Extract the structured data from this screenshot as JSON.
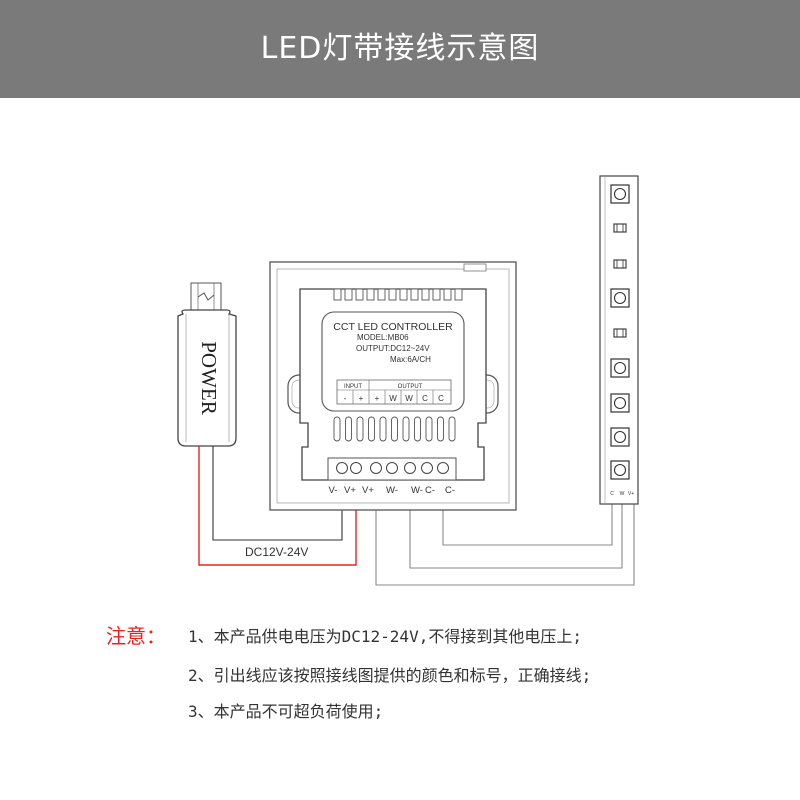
{
  "header": {
    "title": "LED灯带接线示意图"
  },
  "power_supply": {
    "label": "POWER"
  },
  "controller": {
    "title": "CCT LED CONTROLLER",
    "model": "MODEL:MB06",
    "output": "OUTPUT:DC12~24V",
    "max": "Max:6A/CH",
    "terminal_groups": {
      "input": "INPUT",
      "output": "OUTPUT"
    },
    "terminal_symbols": [
      "-",
      "+",
      "+",
      "W",
      "W",
      "C",
      "C"
    ],
    "pin_labels": [
      "V-",
      "V+",
      "V+",
      "W-",
      "W-",
      "C-",
      "C-"
    ]
  },
  "wiring": {
    "supply_label": "DC12V-24V"
  },
  "led_strip": {
    "pin_labels": [
      "C",
      "W",
      "V+"
    ]
  },
  "notes": {
    "label": "注意：",
    "items": [
      "1、本产品供电电压为DC12-24V,不得接到其他电压上;",
      "2、引出线应该按照接线图提供的颜色和标号，正确接线;",
      "3、本产品不可超负荷使用;"
    ]
  },
  "colors": {
    "banner": "#7a7a7a",
    "positive_wire": "#e8231e",
    "note_label": "#e8231e"
  }
}
